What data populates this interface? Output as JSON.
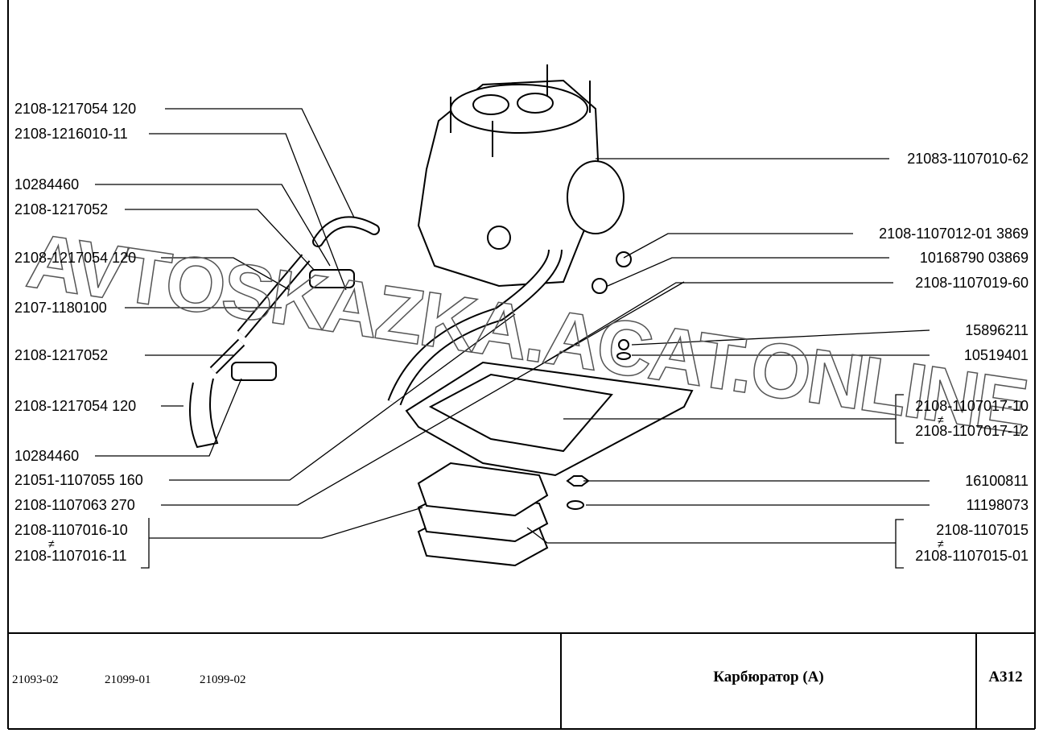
{
  "watermark": "AVTOSKAZKA.ACAT.ONLINE",
  "left_labels": [
    "2108-1217054  120",
    "2108-1216010-11",
    "10284460",
    "2108-1217052",
    "2108-1217054  120",
    "2107-1180100",
    "2108-1217052",
    "2108-1217054  120",
    "10284460",
    "21051-1107055  160",
    "2108-1107063  270"
  ],
  "left_bracket": {
    "top": "2108-1107016-10",
    "sign": "≠",
    "bottom": "2108-1107016-11"
  },
  "right_labels": [
    "21083-1107010-62",
    "2108-1107012-01  3869",
    "10168790  03869",
    "2108-1107019-60",
    "15896211",
    "10519401",
    "16100811",
    "11198073"
  ],
  "right_bracket_1": {
    "top": "2108-1107017-10",
    "sign": "≠",
    "bottom": "2108-1107017-12"
  },
  "right_bracket_2": {
    "top": "2108-1107015",
    "sign": "≠",
    "bottom": "2108-1107015-01"
  },
  "footer": {
    "models": [
      "21093-02",
      "21099-01",
      "21099-02"
    ],
    "title": "Карбюратор (А)",
    "code": "А312"
  }
}
